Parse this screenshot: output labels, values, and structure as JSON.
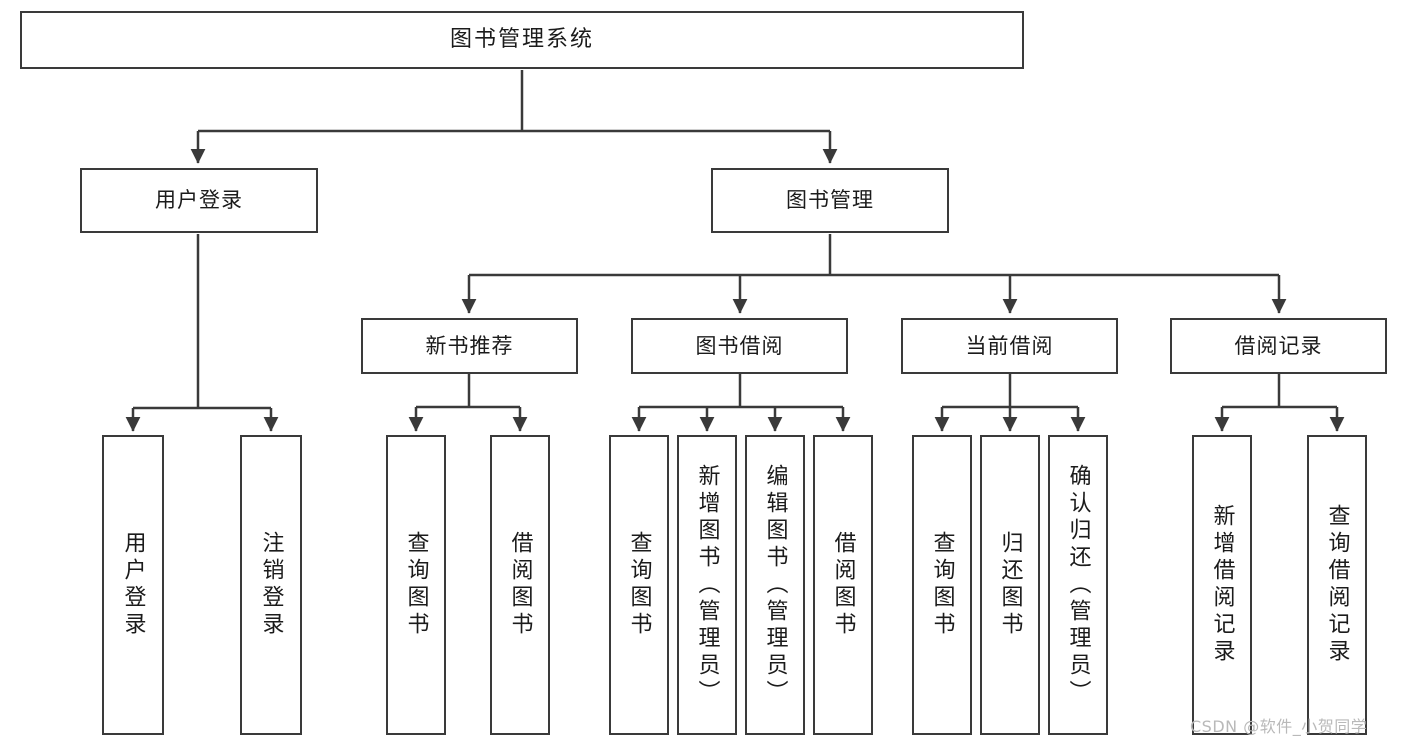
{
  "diagram": {
    "title": "图书管理系统",
    "type": "hierarchy-tree",
    "watermark": "CSDN @软件_小贺同学",
    "colors": {
      "background": "#ffffff",
      "box_border": "#3a3a3a",
      "box_fill": "#ffffff",
      "edge": "#3a3a3a",
      "text": "#1b1b1b",
      "watermark": "#b9b9b9"
    },
    "levels": {
      "level1": [
        {
          "id": "root",
          "label": "图书管理系统"
        }
      ],
      "level2": [
        {
          "id": "user-login",
          "label": "用户登录"
        },
        {
          "id": "book-management",
          "label": "图书管理"
        }
      ],
      "level3": [
        {
          "id": "new-book-recommend",
          "label": "新书推荐"
        },
        {
          "id": "book-borrow",
          "label": "图书借阅"
        },
        {
          "id": "current-borrow",
          "label": "当前借阅"
        },
        {
          "id": "borrow-record",
          "label": "借阅记录"
        }
      ],
      "level4": [
        {
          "id": "leaf-user-login",
          "label": "用户登录",
          "parent": "user-login"
        },
        {
          "id": "leaf-logout-login",
          "label": "注销登录",
          "parent": "user-login"
        },
        {
          "id": "leaf-query-book-1",
          "label": "查询图书",
          "parent": "new-book-recommend"
        },
        {
          "id": "leaf-borrow-book-1",
          "label": "借阅图书",
          "parent": "new-book-recommend"
        },
        {
          "id": "leaf-query-book-2",
          "label": "查询图书",
          "parent": "book-borrow"
        },
        {
          "id": "leaf-add-book",
          "label": "新增图书（管理员）",
          "parent": "book-borrow"
        },
        {
          "id": "leaf-edit-book",
          "label": "编辑图书（管理员）",
          "parent": "book-borrow"
        },
        {
          "id": "leaf-borrow-book-2",
          "label": "借阅图书",
          "parent": "book-borrow"
        },
        {
          "id": "leaf-query-book-3",
          "label": "查询图书",
          "parent": "current-borrow"
        },
        {
          "id": "leaf-return-book",
          "label": "归还图书",
          "parent": "current-borrow"
        },
        {
          "id": "leaf-confirm-return",
          "label": "确认归还（管理员）",
          "parent": "current-borrow"
        },
        {
          "id": "leaf-add-record",
          "label": "新增借阅记录",
          "parent": "borrow-record"
        },
        {
          "id": "leaf-query-record",
          "label": "查询借阅记录",
          "parent": "borrow-record"
        }
      ]
    }
  }
}
